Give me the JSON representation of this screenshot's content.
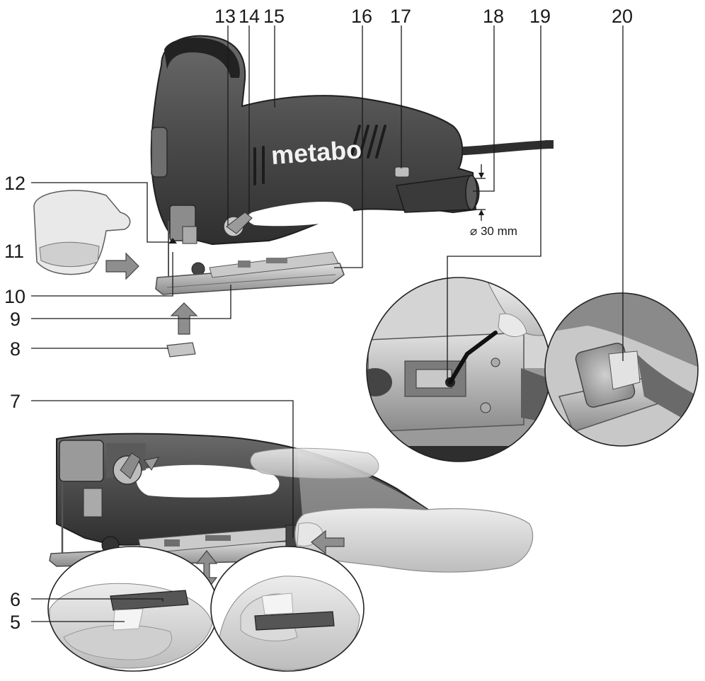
{
  "brand": "metabo",
  "dimension_label": "⌀ 30 mm",
  "callouts": {
    "c5": "5",
    "c6": "6",
    "c7": "7",
    "c8": "8",
    "c9": "9",
    "c10": "10",
    "c11": "11",
    "c12": "12",
    "c13": "13",
    "c14": "14",
    "c15": "15",
    "c16": "16",
    "c17": "17",
    "c18": "18",
    "c19": "19",
    "c20": "20"
  },
  "colors": {
    "housing": "#4d4d4d",
    "housing_dark": "#2e2e2e",
    "metal": "#b5b5b5",
    "skin": "#d9d9d9",
    "guard": "#e6e6e6"
  }
}
